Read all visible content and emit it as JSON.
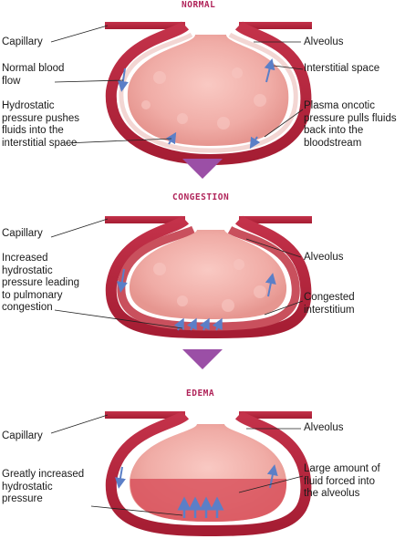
{
  "stages": [
    {
      "title": "NORMAL",
      "labels": {
        "capillary": "Capillary",
        "alveolus": "Alveolus",
        "blood_flow": "Normal blood\nflow",
        "interstitial": "Interstitial space",
        "hydrostatic": "Hydrostatic\npressure pushes\nfluids into the\ninterstitial space",
        "oncotic": "Plasma oncotic\npressure pulls fluids\nback into the\nbloodstream"
      }
    },
    {
      "title": "CONGESTION",
      "labels": {
        "capillary": "Capillary",
        "alveolus": "Alveolus",
        "increased": "Increased\nhydrostatic\npressure leading\nto pulmonary\ncongestion",
        "congested": "Congested\ninterstitium"
      }
    },
    {
      "title": "EDEMA",
      "labels": {
        "capillary": "Capillary",
        "alveolus": "Alveolus",
        "greatly": "Greatly increased\nhydrostatic\npressure",
        "large_fluid": "Large amount of\nfluid forced into\nthe alveolus"
      }
    }
  ],
  "colors": {
    "title": "#b0245a",
    "capillary_wall": "#b8243e",
    "alveolus_fill": "#f2b4ae",
    "interstitium": "#e08a8f",
    "fluid": "#d9545e",
    "arrow_divider": "#9b4fa6",
    "pressure_arrow": "#5b7fc7"
  }
}
